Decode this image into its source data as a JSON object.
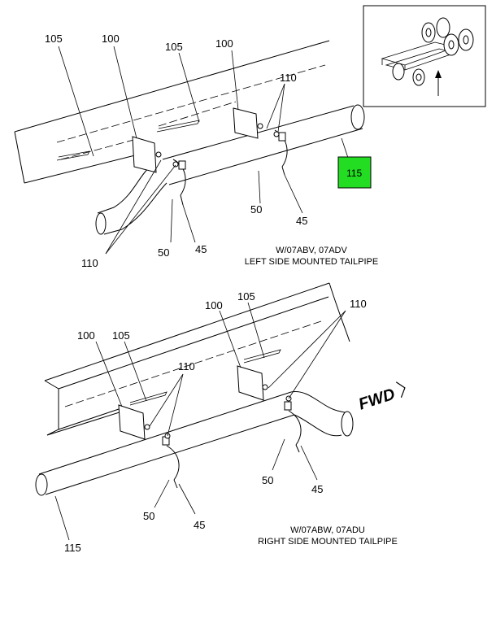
{
  "top_view": {
    "callouts": {
      "c105_a": "105",
      "c100_a": "100",
      "c105_b": "105",
      "c100_b": "100",
      "c110_top": "110",
      "c115": "115",
      "c50_right": "50",
      "c45_right": "45",
      "c110_bottom": "110",
      "c50_left": "50",
      "c45_left": "45"
    },
    "caption_line1": "W/07ABV, 07ADV",
    "caption_line2": "LEFT SIDE MOUNTED TAILPIPE",
    "highlight_color": "#22dd22"
  },
  "bottom_view": {
    "callouts": {
      "c100_a": "100",
      "c105_a": "105",
      "c100_b": "100",
      "c105_b": "105",
      "c110_right": "110",
      "c110_mid": "110",
      "c50_right": "50",
      "c45_right": "45",
      "c50_left": "50",
      "c45_left": "45",
      "c115": "115"
    },
    "fwd_label": "FWD",
    "caption_line1": "W/07ABW, 07ADU",
    "caption_line2": "RIGHT SIDE MOUNTED TAILPIPE"
  }
}
